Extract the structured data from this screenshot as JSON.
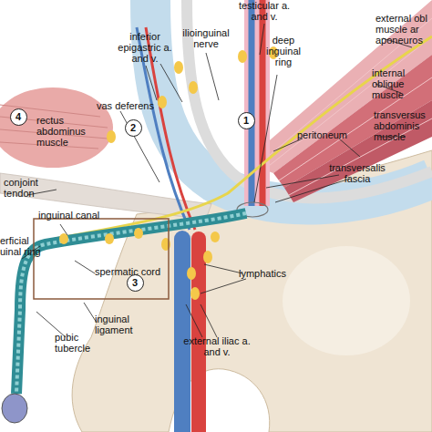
{
  "diagram": {
    "nodes": [
      {
        "text": [
          "4"
        ]
      },
      {
        "text": [
          "2"
        ]
      },
      {
        "text": [
          "1"
        ]
      },
      {
        "text": [
          "3"
        ]
      }
    ],
    "labels": [
      "testicular a. and v.",
      "ilioinguinal nerve",
      "inferior epigastric a. and v.",
      "deep inguinal ring",
      "external obl muscle ar aponeuros",
      "internal oblique muscle",
      "rectus abdominus muscle",
      "vas deferens",
      "peritoneum",
      "transversus abdominis muscle",
      "transversalis fascia",
      "conjoint tendon",
      "inguinal canal",
      "erficial uinal ring",
      "spermatic cord",
      "lymphatics",
      "inguinal ligament",
      "pubic tubercle",
      "external iliac a. and v."
    ]
  }
}
